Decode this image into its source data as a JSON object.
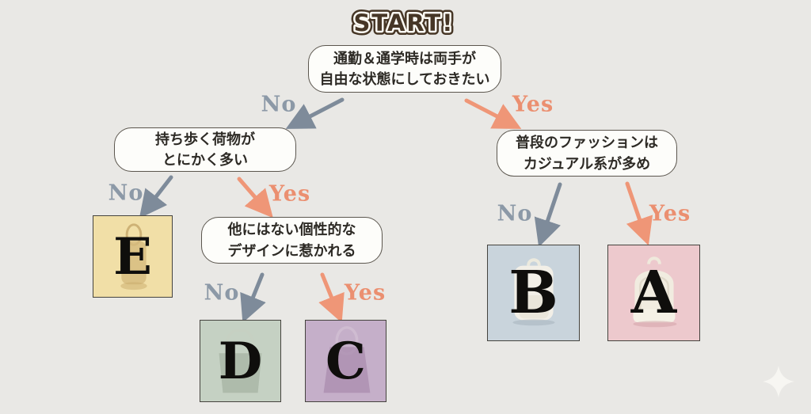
{
  "title": {
    "text": "START!",
    "fill": "#463626",
    "outline": "#fcfaf3"
  },
  "labels": {
    "no": "No",
    "yes": "Yes"
  },
  "questions": {
    "q1": {
      "line1": "通勤＆通学時は両手が",
      "line2": "自由な状態にしておきたい"
    },
    "q2": {
      "line1": "持ち歩く荷物が",
      "line2": "とにかく多い"
    },
    "q3": {
      "line1": "普段のファッションは",
      "line2": "カジュアル系が多め"
    },
    "q4": {
      "line1": "他にはない個性的な",
      "line2": "デザインに惹かれる"
    }
  },
  "results": {
    "a": {
      "letter": "A",
      "bg": "#edc9cd",
      "item": "backpack"
    },
    "b": {
      "letter": "B",
      "bg": "#c9d4dc",
      "item": "backpack"
    },
    "c": {
      "letter": "C",
      "bg": "#c5afc9",
      "item": "tote-bag"
    },
    "d": {
      "letter": "D",
      "bg": "#c5d1c3",
      "item": "tote-bag"
    },
    "e": {
      "letter": "E",
      "bg": "#f1dfa7",
      "item": "bucket-bag"
    }
  },
  "colors": {
    "background": "#e9e8e5",
    "no_label": "#8c99a7",
    "yes_label": "#eb8f70",
    "no_arrow": "#7e8b9a",
    "yes_arrow": "#ef9677",
    "box_border": "#5b564e",
    "question_text": "#2d2a25"
  }
}
